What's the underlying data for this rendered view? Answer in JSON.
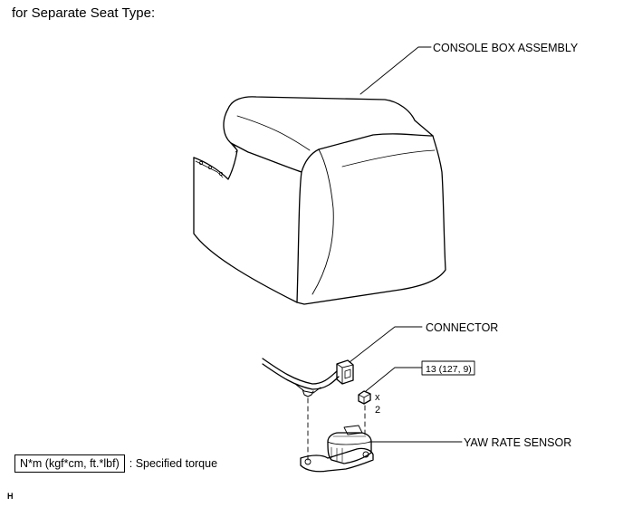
{
  "header": {
    "title": "for Separate Seat Type:"
  },
  "callouts": {
    "console_box": "CONSOLE BOX ASSEMBLY",
    "connector": "CONNECTOR",
    "torque_value": "13 (127, 9)",
    "nut_quantity_x": "x",
    "nut_quantity_n": "2",
    "yaw_rate_sensor": "YAW RATE SENSOR"
  },
  "legend": {
    "units": "N*m (kgf*cm, ft.*lbf)",
    "description": ": Specified torque"
  },
  "corner_code": "H"
}
